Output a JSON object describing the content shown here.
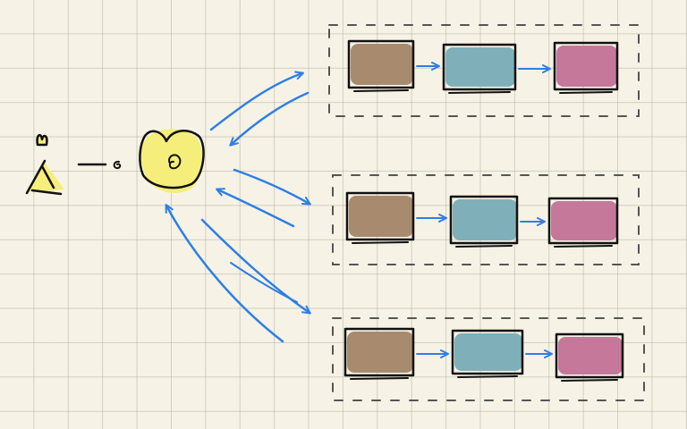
{
  "diagram": {
    "description_none": "",
    "colors": {
      "paper": "#f6f3e6",
      "grid": "#c9c4b0",
      "ink": "#111111",
      "arrow": "#2f7ee6",
      "highlight": "#f5ee7a",
      "stage1": "#a88a6e",
      "stage2": "#7fb0b9",
      "stage3": "#c5789a",
      "group_border": "#555555"
    },
    "icons": {
      "user": "person-icon",
      "hub": "hub-node-icon",
      "connector": "connector-line-icon"
    },
    "groups": [
      {
        "stages": [
          "stage1",
          "stage2",
          "stage3"
        ]
      },
      {
        "stages": [
          "stage1",
          "stage2",
          "stage3"
        ]
      },
      {
        "stages": [
          "stage1",
          "stage2",
          "stage3"
        ]
      }
    ]
  }
}
